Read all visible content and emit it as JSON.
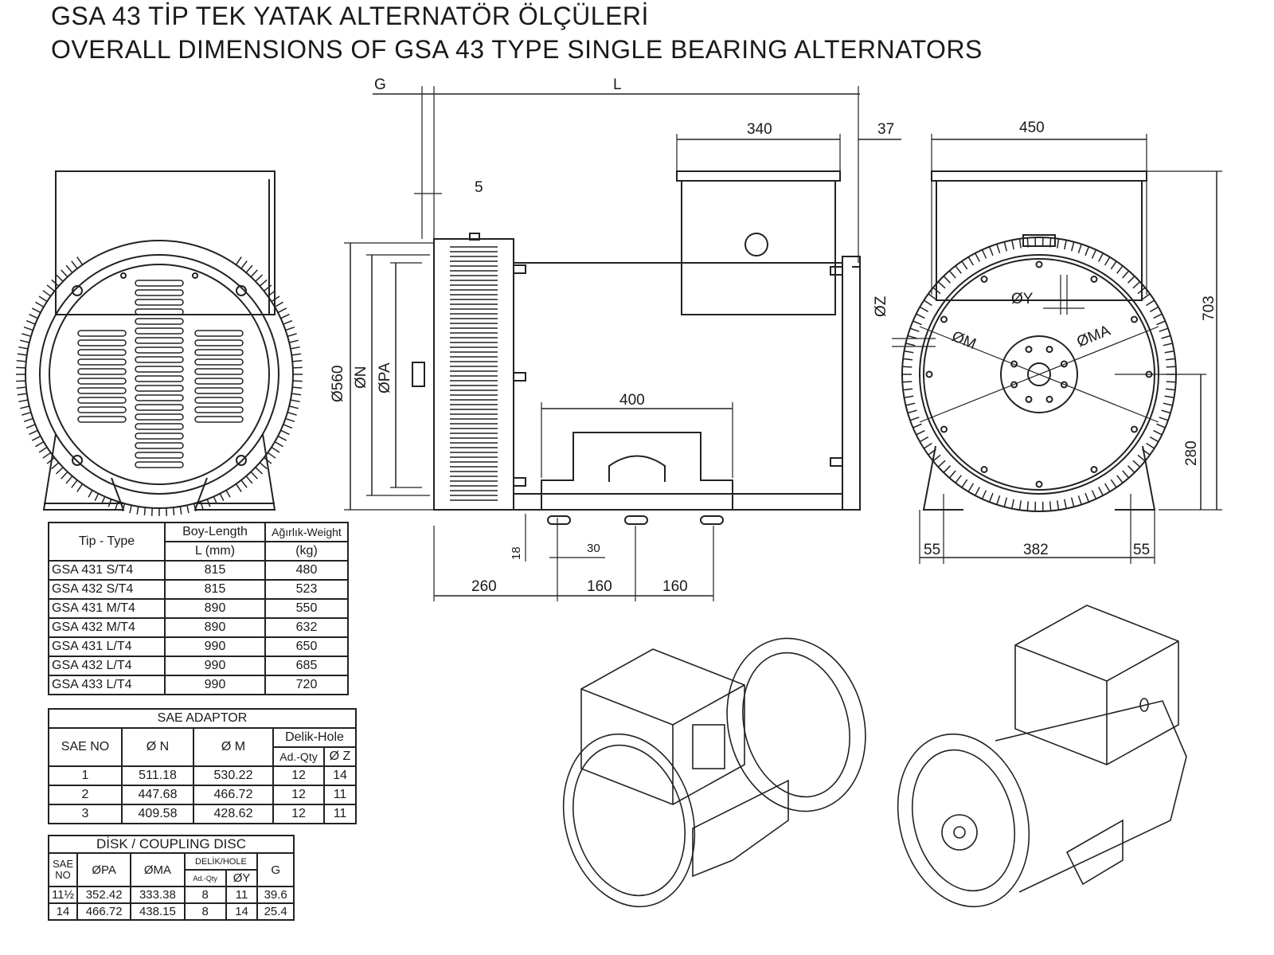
{
  "titles": {
    "tr": "GSA 43 TİP TEK YATAK ALTERNATÖR ÖLÇÜLERİ",
    "en": "OVERALL DIMENSIONS OF GSA 43 TYPE SINGLE BEARING ALTERNATORS"
  },
  "dims": {
    "g": "G",
    "l": "L",
    "d340": "340",
    "d37": "37",
    "d450": "450",
    "d5": "5",
    "d560": "Ø560",
    "n": "ØN",
    "pa": "ØPA",
    "d400": "400",
    "d18": "18",
    "d30": "30",
    "d260": "260",
    "d160a": "160",
    "d160b": "160",
    "z": "ØZ",
    "y": "ØY",
    "m": "ØM",
    "ma": "ØMA",
    "d703": "703",
    "d280": "280",
    "d55a": "55",
    "d382": "382",
    "d55b": "55"
  },
  "type_table": {
    "h_type": "Tip - Type",
    "h_len1": "Boy-Length",
    "h_len2": "L (mm)",
    "h_w1": "Ağırlık-Weight",
    "h_w2": "(kg)",
    "rows": [
      {
        "type": "GSA 431 S/T4",
        "len": "815",
        "weight": "480"
      },
      {
        "type": "GSA 432 S/T4",
        "len": "815",
        "weight": "523"
      },
      {
        "type": "GSA 431 M/T4",
        "len": "890",
        "weight": "550"
      },
      {
        "type": "GSA 432 M/T4",
        "len": "890",
        "weight": "632"
      },
      {
        "type": "GSA 431 L/T4",
        "len": "990",
        "weight": "650"
      },
      {
        "type": "GSA 432 L/T4",
        "len": "990",
        "weight": "685"
      },
      {
        "type": "GSA 433 L/T4",
        "len": "990",
        "weight": "720"
      }
    ]
  },
  "sae_table": {
    "title": "SAE ADAPTOR",
    "h_no": "SAE NO",
    "h_n": "Ø N",
    "h_m": "Ø M",
    "h_hole": "Delik-Hole",
    "h_qty": "Ad.-Qty",
    "h_z": "Ø Z",
    "rows": [
      {
        "no": "1",
        "n": "511.18",
        "m": "530.22",
        "qty": "12",
        "z": "14"
      },
      {
        "no": "2",
        "n": "447.68",
        "m": "466.72",
        "qty": "12",
        "z": "11"
      },
      {
        "no": "3",
        "n": "409.58",
        "m": "428.62",
        "qty": "12",
        "z": "11"
      }
    ]
  },
  "disk_table": {
    "title": "DİSK / COUPLING DISC",
    "h_sae1": "SAE",
    "h_sae2": "NO",
    "h_pa": "ØPA",
    "h_ma": "ØMA",
    "h_hole": "DELİK/HOLE",
    "h_qty": "Ad.-Qty",
    "h_y": "ØY",
    "h_g": "G",
    "rows": [
      {
        "no": "11½",
        "pa": "352.42",
        "ma": "333.38",
        "qty": "8",
        "y": "11",
        "g": "39.6"
      },
      {
        "no": "14",
        "pa": "466.72",
        "ma": "438.15",
        "qty": "8",
        "y": "14",
        "g": "25.4"
      }
    ]
  }
}
